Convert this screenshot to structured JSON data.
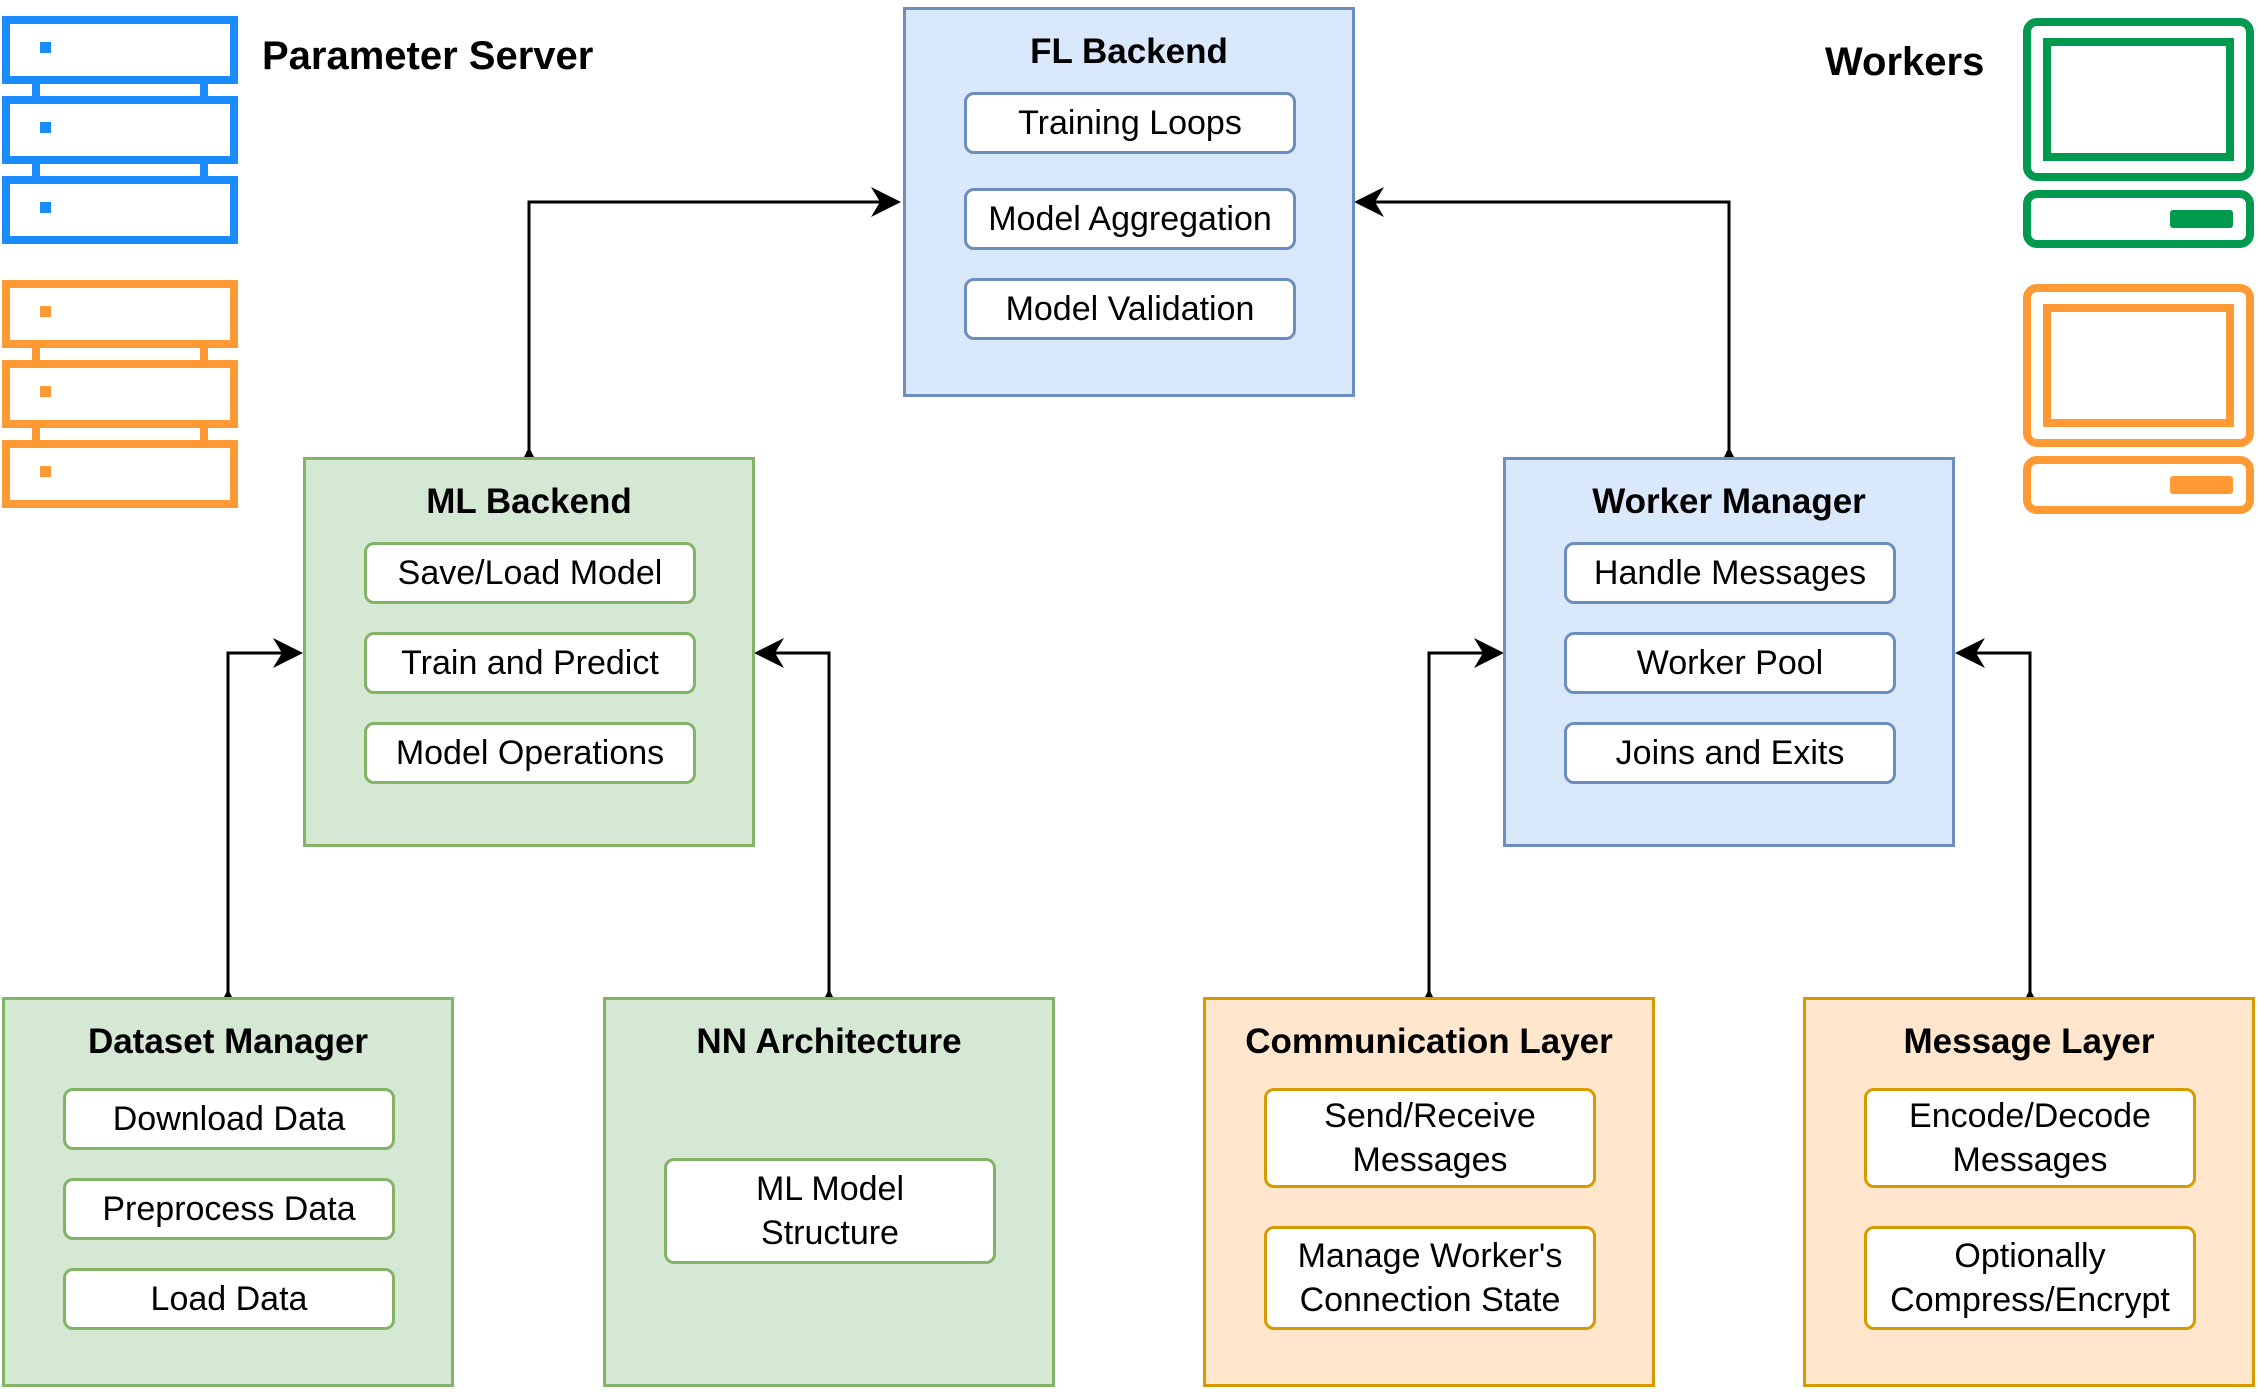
{
  "legend": {
    "parameter_server": "Parameter Server",
    "workers": "Workers"
  },
  "colors": {
    "server_blue": "#1a8cff",
    "server_orange": "#ff9933",
    "worker_green": "#00994d",
    "worker_orange": "#ff9933",
    "box_blue_fill": "#dae8fc",
    "box_blue_border": "#6c8ebf",
    "box_green_fill": "#d5e8d4",
    "box_green_border": "#82b366",
    "box_orange_fill": "#ffe6cc",
    "box_orange_border": "#d79b00"
  },
  "boxes": {
    "fl_backend": {
      "title": "FL Backend",
      "items": [
        "Training Loops",
        "Model Aggregation",
        "Model Validation"
      ]
    },
    "ml_backend": {
      "title": "ML Backend",
      "items": [
        "Save/Load Model",
        "Train and Predict",
        "Model Operations"
      ]
    },
    "worker_manager": {
      "title": "Worker Manager",
      "items": [
        "Handle Messages",
        "Worker Pool",
        "Joins and Exits"
      ]
    },
    "dataset_manager": {
      "title": "Dataset Manager",
      "items": [
        "Download Data",
        "Preprocess Data",
        "Load Data"
      ]
    },
    "nn_architecture": {
      "title": "NN Architecture",
      "items": [
        "ML Model\nStructure"
      ]
    },
    "communication_layer": {
      "title": "Communication Layer",
      "items": [
        "Send/Receive\nMessages",
        "Manage Worker's\nConnection State"
      ]
    },
    "message_layer": {
      "title": "Message Layer",
      "items": [
        "Encode/Decode\nMessages",
        "Optionally\nCompress/Encrypt"
      ]
    }
  }
}
